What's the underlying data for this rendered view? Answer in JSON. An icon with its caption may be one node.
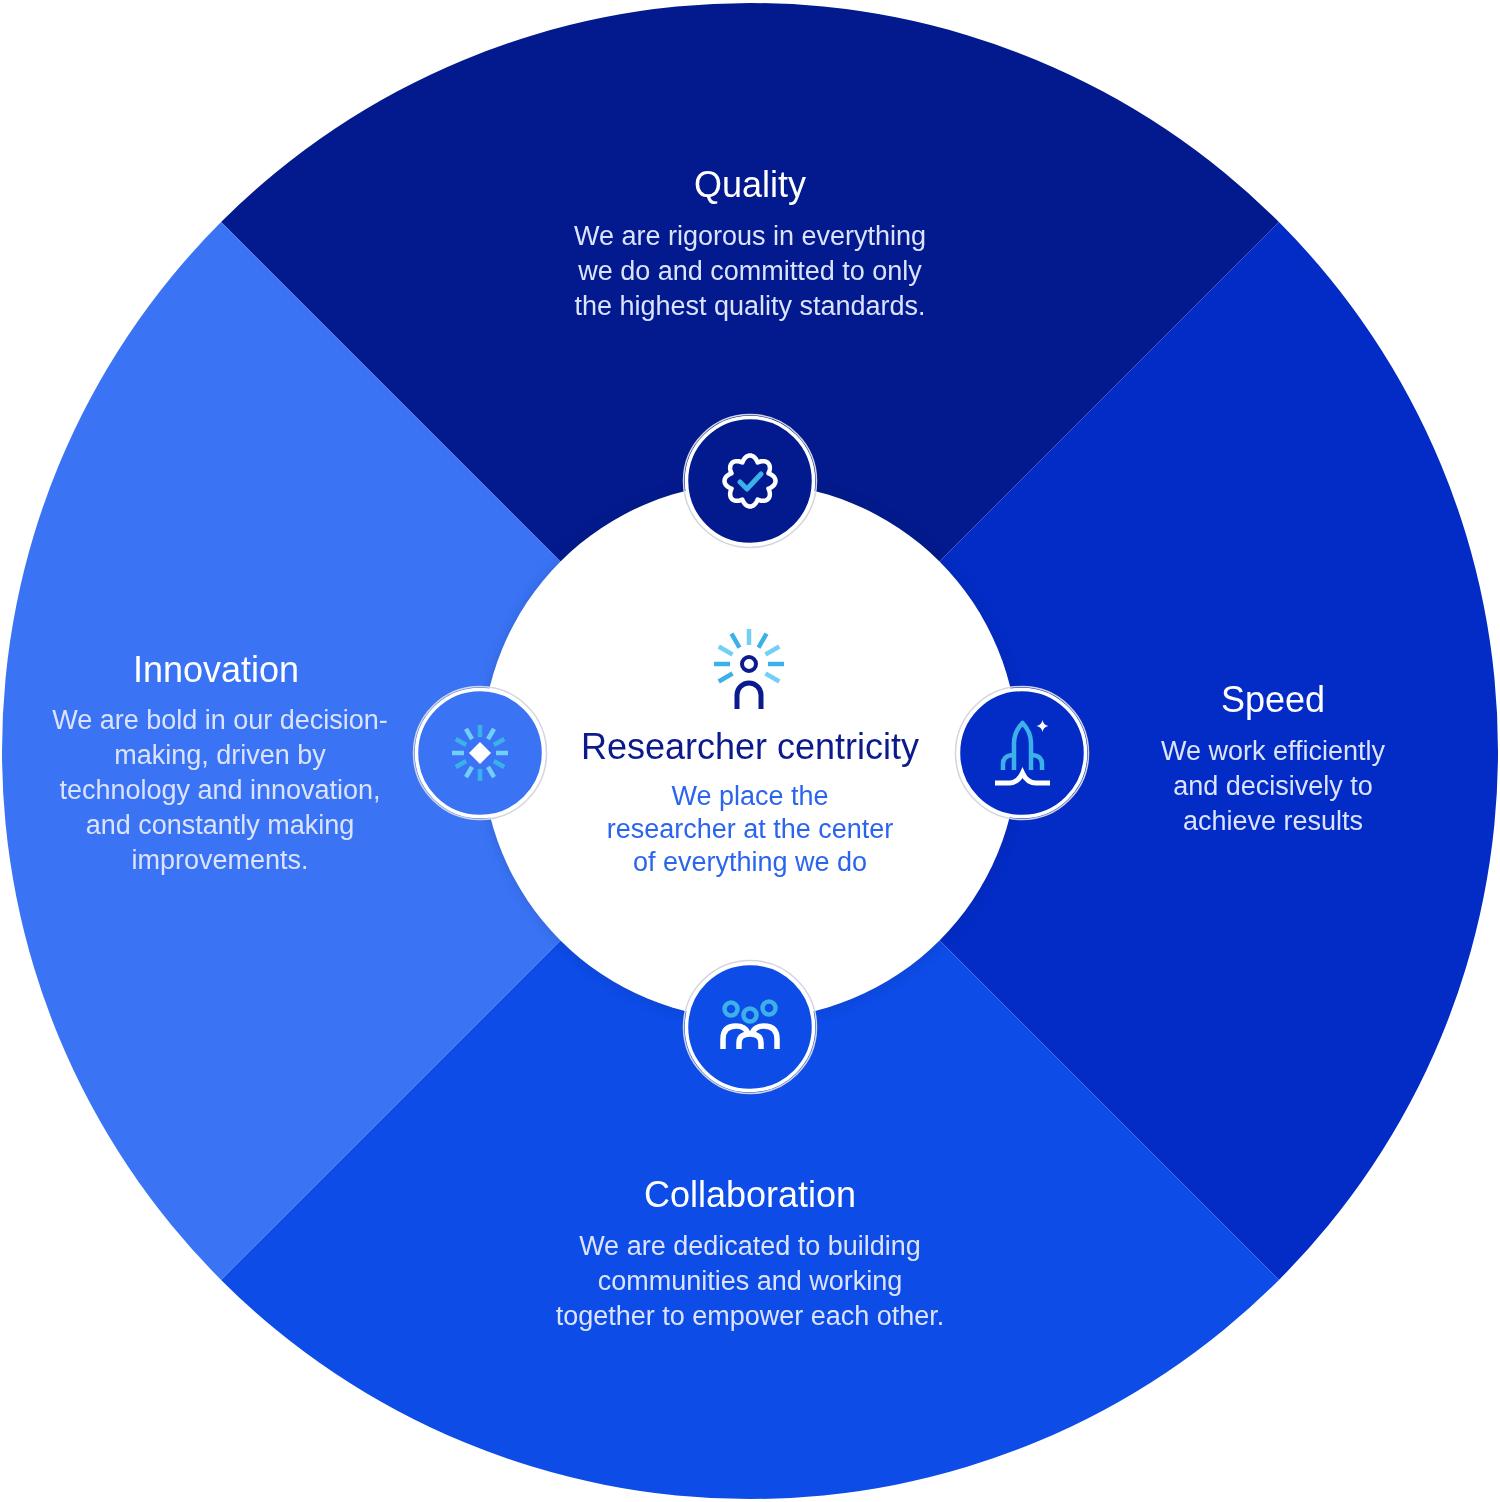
{
  "diagram": {
    "nodes": [
      {
        "text": [
          "Quality",
          "We are rigorous in everything we do and committed to only the highest quality standards."
        ]
      },
      {
        "text": [
          "Innovation",
          "We are bold in our decision-making, driven by technology and innovation, and constantly making improvements."
        ]
      },
      {
        "text": [
          "Speed",
          "We work efficiently and decisively to achieve results"
        ]
      },
      {
        "text": [
          "Researcher centricity",
          "We place the researcher at the center of everything we do"
        ]
      },
      {
        "text": [
          "Collaboration",
          "We are dedicated to building communities and working together to empower each other."
        ]
      }
    ]
  }
}
